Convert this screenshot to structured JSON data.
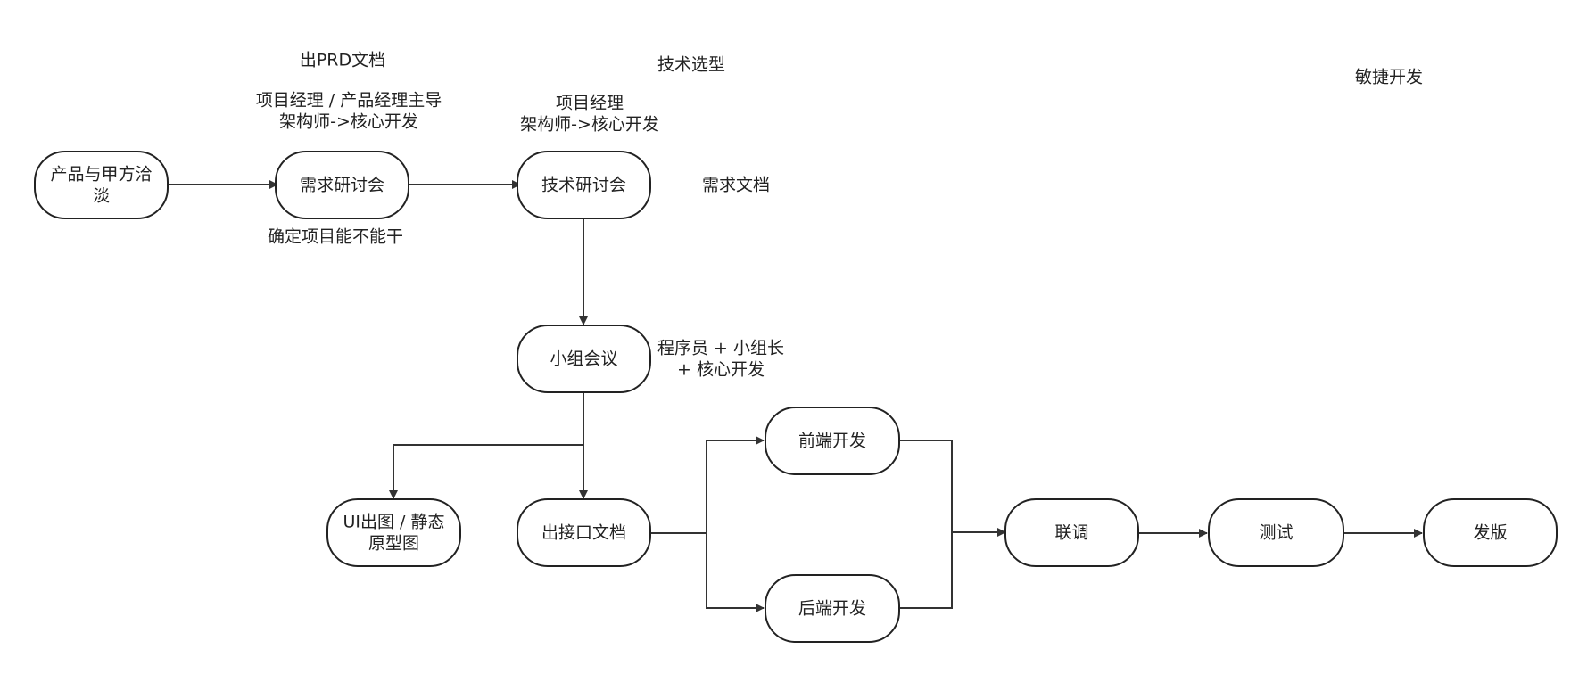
{
  "nodes": {
    "product_negotiation": [
      "产品与甲方洽",
      "淡"
    ],
    "requirements_seminar": [
      "需求研讨会"
    ],
    "tech_seminar": [
      "技术研讨会"
    ],
    "team_meeting": [
      "小组会议"
    ],
    "ui_design": [
      "UI出图 / 静态",
      "原型图"
    ],
    "api_doc": [
      "出接口文档"
    ],
    "frontend_dev": [
      "前端开发"
    ],
    "backend_dev": [
      "后端开发"
    ],
    "integration": [
      "联调"
    ],
    "testing": [
      "测试"
    ],
    "release": [
      "发版"
    ]
  },
  "annotations": {
    "prd_doc": [
      "出PRD文档"
    ],
    "req_leads": [
      "项目经理 / 产品经理主导",
      "架构师->核心开发"
    ],
    "feasibility": [
      "确定项目能不能干"
    ],
    "tech_selection": [
      "技术选型"
    ],
    "tech_leads": [
      "项目经理",
      "架构师->核心开发"
    ],
    "req_doc": [
      "需求文档"
    ],
    "team_members": [
      "程序员 + 小组长",
      "+ 核心开发"
    ],
    "agile_dev": [
      "敏捷开发"
    ]
  }
}
